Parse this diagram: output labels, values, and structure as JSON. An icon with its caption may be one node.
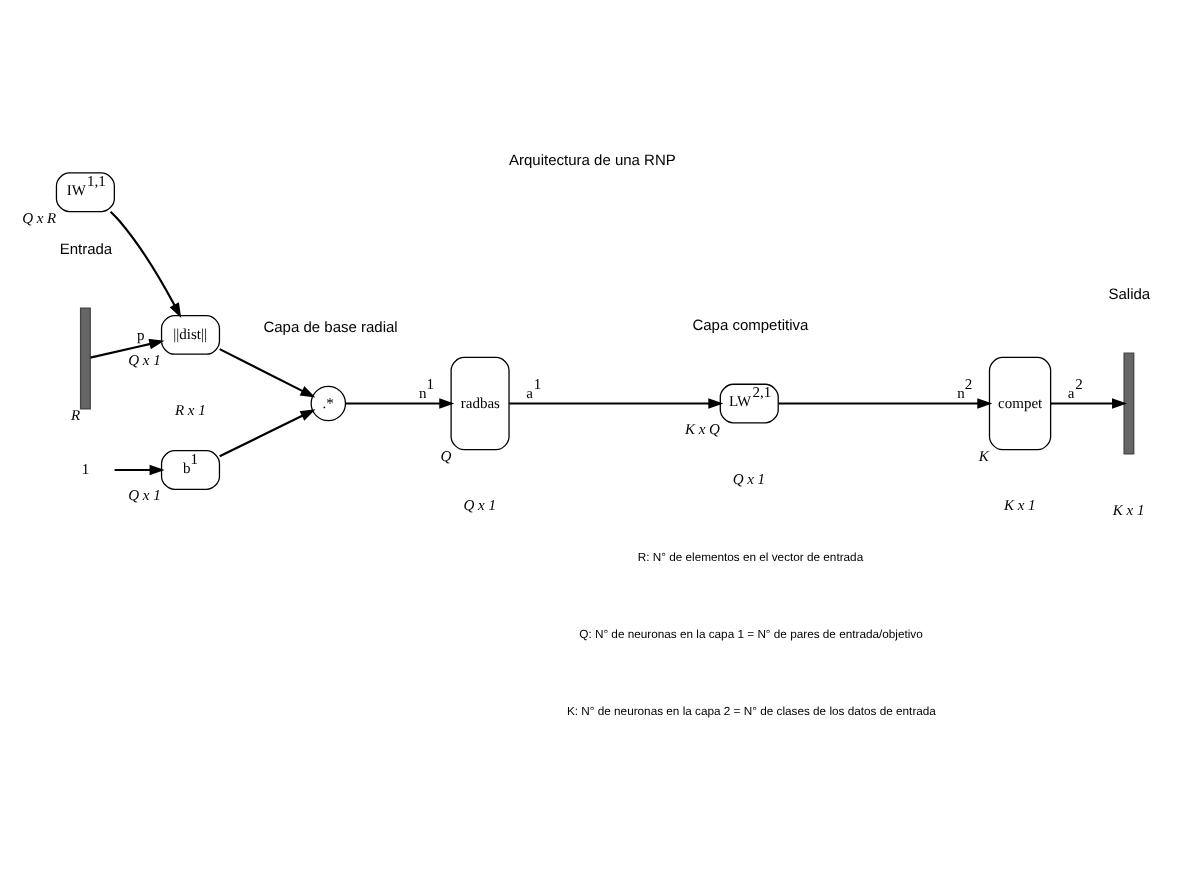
{
  "diagram": {
    "title": "Arquitectura de una RNP",
    "nodes": [
      {
        "text": [],
        "shape": "bar",
        "beside": [
          "R"
        ]
      },
      {
        "text": [
          "IW$^{1,1}$"
        ],
        "beside": [
          "Q x R"
        ]
      },
      {
        "text": [
          "||dist||"
        ],
        "beside": [
          "Q x 1"
        ]
      },
      {
        "text": [
          "1"
        ]
      },
      {
        "text": [
          "b$^{1}$"
        ],
        "beside": [
          "Q x 1"
        ]
      },
      {
        "text": [
          ".*"
        ]
      },
      {
        "text": [
          "radbas"
        ],
        "beside": [
          "Q"
        ]
      },
      {
        "text": [
          "LW$^{2,1}$"
        ],
        "beside": [
          "K x Q"
        ]
      },
      {
        "text": [
          "compet"
        ],
        "beside": [
          "K"
        ]
      },
      {
        "text": [],
        "shape": "bar"
      }
    ],
    "edges": [
      {
        "from": 0,
        "to": 2,
        "arrow": "to",
        "label": "p"
      },
      {
        "from": 1,
        "to": 2,
        "arrow": "to"
      },
      {
        "from": 2,
        "to": 5,
        "arrow": "to"
      },
      {
        "from": 3,
        "to": 4,
        "arrow": "to"
      },
      {
        "from": 4,
        "to": 5,
        "arrow": "to"
      },
      {
        "from": 5,
        "to": 6,
        "arrow": "to",
        "label": "n$^{1}$"
      },
      {
        "from": 6,
        "to": 7,
        "arrow": "to",
        "label": "a$^{1}$"
      },
      {
        "from": 7,
        "to": 8,
        "arrow": "to",
        "label": "n$^{2}$"
      },
      {
        "from": 8,
        "to": 9,
        "arrow": "to",
        "label": "a$^{2}$"
      }
    ],
    "labels": [
      "Entrada",
      "Capa de base radial",
      "Capa competitiva",
      "Salida",
      "R x 1",
      "Q x 1",
      "Q x 1",
      "K x 1",
      "K x 1",
      "R: N° de elementos en el vector de entrada",
      "Q: N° de neuronas en la capa 1 = N° de pares de entrada/objetivo",
      "K: N° de neuronas en la capa 2 = N° de clases de los datos de entrada"
    ]
  }
}
